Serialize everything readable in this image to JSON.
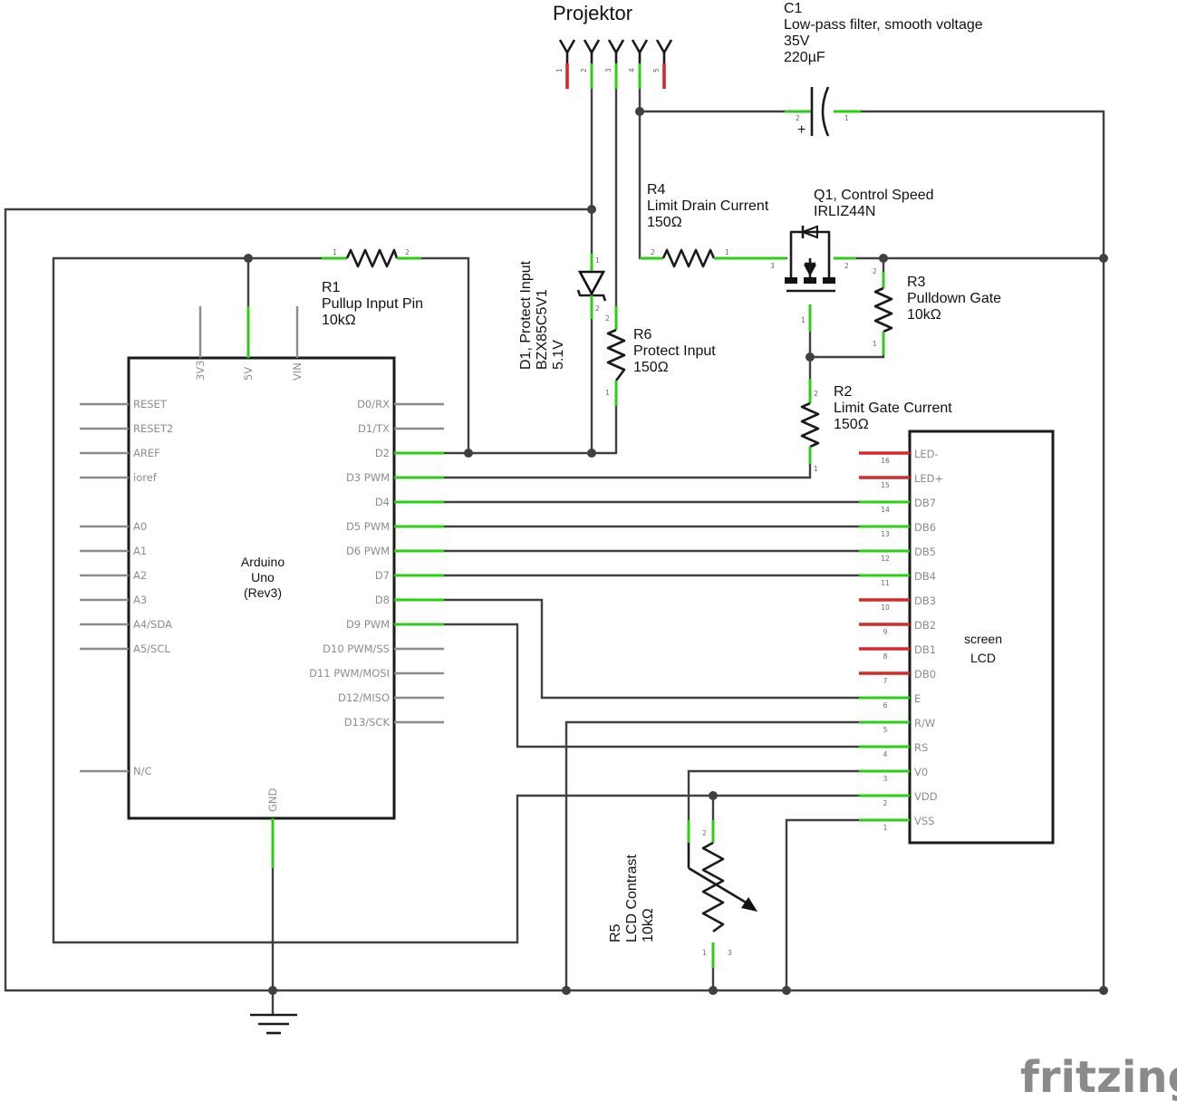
{
  "logo": "fritzing",
  "projector": {
    "title": "Projektor",
    "pins": [
      "1",
      "2",
      "3",
      "4",
      "5"
    ]
  },
  "c1": {
    "name": "C1",
    "desc": "Low-pass filter, smooth voltage",
    "voltage": "35V",
    "value": "220µF",
    "pin_pos": "2",
    "pin_neg": "1",
    "plus": "+"
  },
  "r4": {
    "name": "R4",
    "desc": "Limit Drain Current",
    "value": "150Ω",
    "p1": "1",
    "p2": "2"
  },
  "q1": {
    "name": "Q1, Control Speed",
    "part": "IRLIZ44N",
    "p1": "1",
    "p2": "2",
    "p3": "3"
  },
  "r3": {
    "name": "R3",
    "desc": "Pulldown Gate",
    "value": "10kΩ",
    "p1": "1",
    "p2": "2"
  },
  "r2": {
    "name": "R2",
    "desc": "Limit Gate Current",
    "value": "150Ω",
    "p1": "1",
    "p2": "2"
  },
  "r1": {
    "name": "R1",
    "desc": "Pullup Input Pin",
    "value": "10kΩ",
    "p1": "1",
    "p2": "2"
  },
  "d1": {
    "name": "D1, Protect Input",
    "part": "BZX85C5V1",
    "value": "5.1V",
    "p1": "1",
    "p2": "2"
  },
  "r6": {
    "name": "R6",
    "desc": "Protect Input",
    "value": "150Ω",
    "p1": "1",
    "p2": "2"
  },
  "r5": {
    "name": "R5",
    "desc": "LCD Contrast",
    "value": "10kΩ",
    "p1": "1",
    "p2": "2",
    "p3": "3"
  },
  "arduino": {
    "name1": "Arduino",
    "name2": "Uno",
    "name3": "(Rev3)",
    "top_pins": [
      "3V3",
      "5V",
      "VIN"
    ],
    "bottom_pin": "GND",
    "left_pins": [
      "RESET",
      "RESET2",
      "AREF",
      "ioref",
      "A0",
      "A1",
      "A2",
      "A3",
      "A4/SDA",
      "A5/SCL",
      "N/C"
    ],
    "right_pins": [
      "D0/RX",
      "D1/TX",
      "D2",
      "D3 PWM",
      "D4",
      "D5 PWM",
      "D6 PWM",
      "D7",
      "D8",
      "D9 PWM",
      "D10 PWM/SS",
      "D11 PWM/MOSI",
      "D12/MISO",
      "D13/SCK"
    ]
  },
  "lcd": {
    "name1": "screen",
    "name2": "LCD",
    "pins": [
      "LED-",
      "LED+",
      "DB7",
      "DB6",
      "DB5",
      "DB4",
      "DB3",
      "DB2",
      "DB1",
      "DB0",
      "E",
      "R/W",
      "RS",
      "V0",
      "VDD",
      "VSS"
    ],
    "nums": [
      "16",
      "15",
      "14",
      "13",
      "12",
      "11",
      "10",
      "9",
      "8",
      "7",
      "6",
      "5",
      "4",
      "3",
      "2",
      "1"
    ]
  }
}
